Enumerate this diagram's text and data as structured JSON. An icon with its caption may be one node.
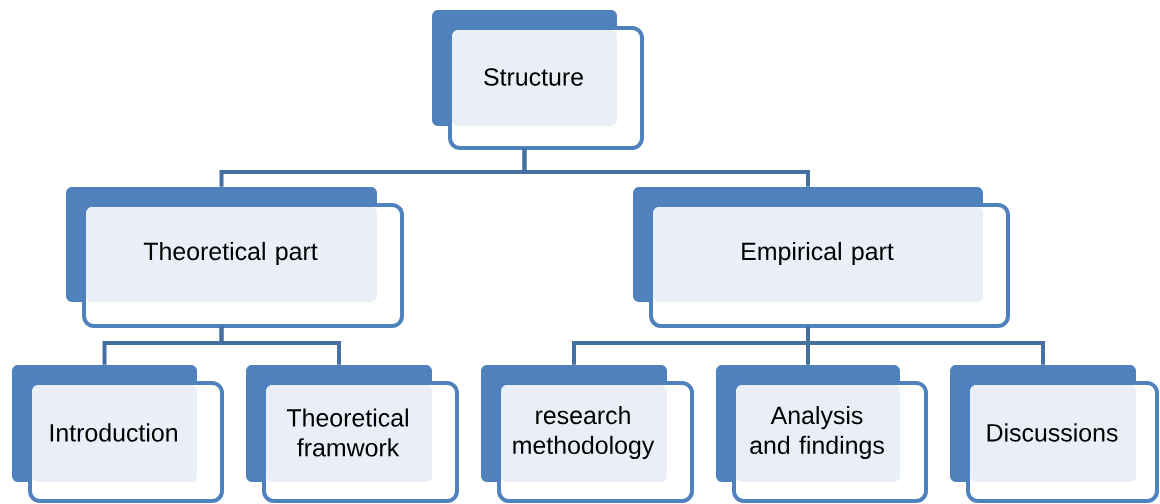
{
  "diagram": {
    "nodes": [
      {
        "text": [
          "Structure"
        ]
      },
      {
        "text": [
          "Theoretical part"
        ]
      },
      {
        "text": [
          "Empirical part"
        ]
      },
      {
        "text": [
          "Introduction"
        ]
      },
      {
        "text": [
          "Theoretical framwork"
        ]
      },
      {
        "text": [
          "research methodology"
        ]
      },
      {
        "text": [
          "Analysis and findings"
        ]
      },
      {
        "text": [
          "Discussions"
        ]
      }
    ],
    "edges": [
      {
        "from": 0,
        "to": 1,
        "arrow": "none"
      },
      {
        "from": 0,
        "to": 2,
        "arrow": "none"
      },
      {
        "from": 1,
        "to": 3,
        "arrow": "none"
      },
      {
        "from": 1,
        "to": 4,
        "arrow": "none"
      },
      {
        "from": 2,
        "to": 5,
        "arrow": "none"
      },
      {
        "from": 2,
        "to": 6,
        "arrow": "none"
      },
      {
        "from": 2,
        "to": 7,
        "arrow": "none"
      }
    ]
  }
}
